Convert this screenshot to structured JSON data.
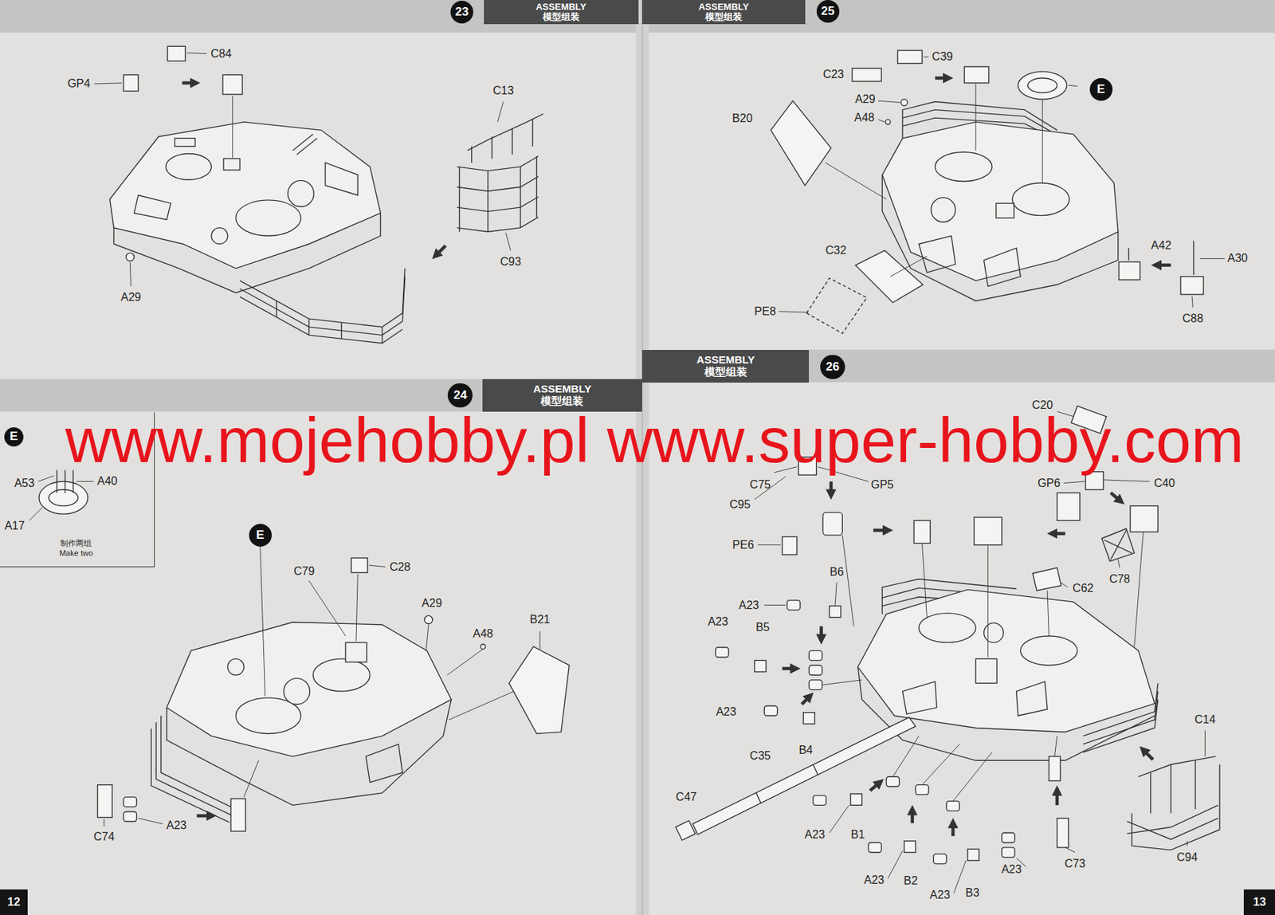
{
  "diagram": {
    "nodes": [
      {
        "text": [
          "23"
        ]
      },
      {
        "text": [
          "ASSEMBLY",
          "模型组装"
        ]
      },
      {
        "text": [
          "ASSEMBLY",
          "模型组装"
        ]
      },
      {
        "text": [
          "25"
        ]
      },
      {
        "text": [
          "E"
        ]
      },
      {
        "text": [
          "ASSEMBLY",
          "模型组装"
        ]
      },
      {
        "text": [
          "26"
        ]
      },
      {
        "text": [
          "24"
        ]
      },
      {
        "text": [
          "ASSEMBLY",
          "模型组装"
        ]
      },
      {
        "text": [
          "制作两组 Make two"
        ]
      },
      {
        "text": [
          "E"
        ],
        "in": 9
      },
      {
        "text": [
          "E"
        ]
      },
      {
        "text": [
          "12"
        ]
      },
      {
        "text": [
          "13"
        ]
      }
    ],
    "labels": [
      "C84",
      "GP4",
      "C13",
      "C93",
      "A29",
      "C39",
      "C23",
      "A29",
      "A48",
      "B20",
      "C32",
      "PE8",
      "A42",
      "A30",
      "C88",
      "A53",
      "A40",
      "A17",
      "C79",
      "C28",
      "A29",
      "A48",
      "B21",
      "C74",
      "A23",
      "C20",
      "C75",
      "GP5",
      "C95",
      "GP6",
      "C40",
      "PE6",
      "C78",
      "C62",
      "B6",
      "A23",
      "A23",
      "B5",
      "A23",
      "B4",
      "C35",
      "C47",
      "C14",
      "C94",
      "A23",
      "B1",
      "A23",
      "B2",
      "A23",
      "B3",
      "A23",
      "C73",
      "www.mojehobby.pl www.super-hobby.com"
    ]
  }
}
